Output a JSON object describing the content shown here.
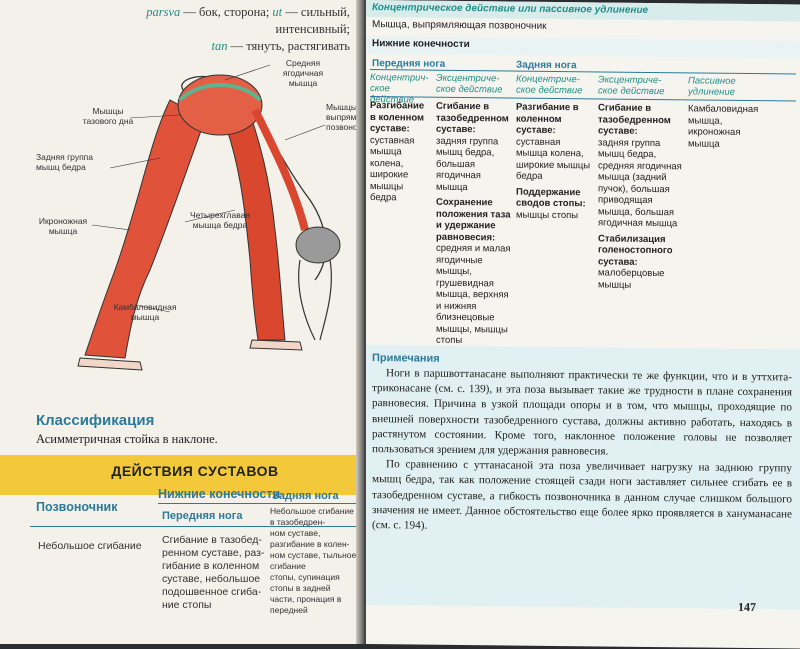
{
  "left": {
    "etym_line1_a": "parsva",
    "etym_line1_b": " — бок, сторона; ",
    "etym_line1_c": "ut",
    "etym_line1_d": " — сильный, интенсивный;",
    "etym_line2_a": "tan",
    "etym_line2_b": " — тянуть, растягивать",
    "labels": {
      "glute": "Средняя ягодичная мышца",
      "pelvic": "Мышцы тазового дна",
      "hamstrings": "Задняя группа мышц бедра",
      "tibialis": "Икроножная мышца",
      "quad": "Четырехглавая мышца бедра",
      "soleus": "Камбаловидная мышца",
      "spine": "Мышцы, выпрямляющ. позвоночн"
    },
    "class_title": "Классификация",
    "class_text": "Асимметричная стойка в наклоне.",
    "action_title": "ДЕЙСТВИЯ СУСТАВОВ",
    "col_spine": "Позвоночник",
    "col_lower": "Нижние конечности",
    "sub_front": "Передняя нога",
    "sub_back": "Задняя нога",
    "cell_spine": "Небольшое сгибание",
    "cell_front_1": "Сгибание в тазобед-",
    "cell_front_2": "ренном суставе, раз-",
    "cell_front_3": "гибание в коленном",
    "cell_front_4": "суставе, небольшое",
    "cell_front_5": "подошвенное сгиба-",
    "cell_front_6": "ние стопы",
    "cell_back_1": "Небольшое сгибание в тазобедрен-",
    "cell_back_2": "ном суставе, разгибание в колен-",
    "cell_back_3": "ном суставе, тыльное сгибание",
    "cell_back_4": "стопы, супинация стопы в задней",
    "cell_back_5": "части, пронация в передней"
  },
  "right": {
    "head": "Концентрическое действие или пассивное удлинение",
    "row1": "Мышца, выпрямляющая позвоночник",
    "lower": "Нижние конечности",
    "front_leg": "Передняя нога",
    "back_leg": "Задняя нога",
    "cols": [
      "Концентрич-ское действие",
      "Эксцентриче-ское действие",
      "Концентриче-ское действие",
      "Эксцентриче-ское действие",
      "Пассивное удлинение"
    ],
    "c1_title": "Разгибание в коленном суставе:",
    "c1_body": "суставная мышца колена, широкие мышцы бедра",
    "c2_title": "Сгибание в тазобедренном суставе:",
    "c2_body": "задняя группа мышц бедра, большая ягодичная мышца",
    "c2_title2": "Сохранение положения таза и удержание равновесия:",
    "c2_body2": "средняя и малая ягодичные мышцы, грушевидная мышца, верхняя и нижняя близнецовые мышцы, мышцы стопы",
    "c3_title": "Разгибание в коленном суставе:",
    "c3_body": "суставная мышца колена, широкие мышцы бедра",
    "c3_title2": "Поддержание сводов стопы:",
    "c3_body2": "мышцы стопы",
    "c4_title": "Сгибание в тазобедренном суставе:",
    "c4_body": "задняя группа мышц бедра, средняя ягодичная мышца (задний пучок), большая приводящая мышца, большая ягодичная мышца",
    "c4_title2": "Стабилизация голеностопного сустава:",
    "c4_body2": "малоберцовые мышцы",
    "c5_body": "Камбаловидная мышца, икроножная мышца",
    "notes_title": "Примечания",
    "p1": "Ноги в паршвоттанасане выполняют практически те же функции, что и в уттхита-триконасане (см. с. 139), и эта поза вызывает такие же трудности в плане сохранения равновесия. Причина в узкой площади опоры и в том, что мышцы, проходящие по внешней поверхности тазобедренного сустава, должны активно работать, находясь в растянутом состоянии. Кроме того, наклонное положение головы не позволяет пользоваться зрением для удержания равновесия.",
    "p2": "По сравнению с уттанасаной эта поза увеличивает нагрузку на заднюю группу мышц бедра, так как положение стоящей сзади ноги заставляет сильнее сгибать ее в тазобедренном суставе, а гибкость позвоночника в данном случае слишком большого значения не имеет. Данное обстоятельство еще более ярко проявляется в хануманасане (см. с. 194).",
    "page_number": "147"
  },
  "colors": {
    "accent_blue": "#2a7a9c",
    "accent_teal": "#1f8f88",
    "band_yellow": "#f3c93b",
    "muscle_red": "#d9472f"
  }
}
